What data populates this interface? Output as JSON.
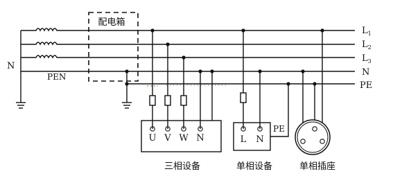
{
  "diagram": {
    "source": {
      "label": "N",
      "pen_label": "PEN",
      "box_label": "配电箱"
    },
    "lines": [
      {
        "id": "L1",
        "base": "L",
        "sub": "1"
      },
      {
        "id": "L2",
        "base": "L",
        "sub": "2"
      },
      {
        "id": "L3",
        "base": "L",
        "sub": "3"
      },
      {
        "id": "N",
        "base": "N",
        "sub": ""
      },
      {
        "id": "PE",
        "base": "PE",
        "sub": ""
      }
    ],
    "three_phase": {
      "caption": "三相设备",
      "terminals": [
        "U",
        "V",
        "W",
        "N"
      ]
    },
    "single_phase": {
      "caption": "单相设备",
      "terminals": [
        "L",
        "N"
      ],
      "pe_label": "PE"
    },
    "socket": {
      "caption": "单相插座"
    },
    "colors": {
      "wire": "#111111",
      "background": "#ffffff",
      "green_noise": "#6fbf5a"
    }
  }
}
